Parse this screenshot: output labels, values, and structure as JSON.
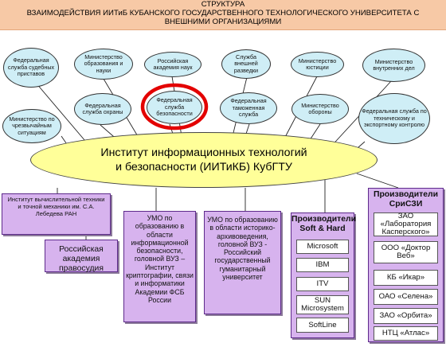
{
  "banner": {
    "line1": "СТРУКТУРА",
    "line2": "ВЗАИМОДЕЙСТВИЯ ИИТиБ  КУБАНСКОГО ГОСУДАРСТВЕННОГО ТЕХНОЛОГИЧЕСКОГО УНИВЕРСИТЕТА С",
    "line3": "ВНЕШНИМИ ОРГАНИЗАЦИЯМИ"
  },
  "center": {
    "line1": "Институт информационных технологий",
    "line2": "и безопасности (ИИТиКБ) КубГТУ"
  },
  "agencies": {
    "court_bailiffs": "Федеральная служба судебных приставов",
    "min_education": "Министерство образования и науки",
    "russian_academy": "Российская академия наук",
    "foreign_intel": "Служба внешней разведки",
    "min_justice": "Министерство юстиции",
    "min_interior": "Министерство внутренних дел",
    "emergencies": "Министерство по чрезвычайным ситуациям",
    "guard_service": "Федеральная служба охраны",
    "fsb": "Федеральная служба безопасности",
    "customs": "Федеральная таможенная служба",
    "min_defense": "Министерство обороны",
    "fstek": "Федеральная служба по техническому и экспортному контролю"
  },
  "partners": {
    "lebedev_institute": "Институт вычислительной техники и точной механики им. С.А. Лебедева РАН",
    "justice_academy": "Российская академия правосудия",
    "umo_crypto": "УМО по образованию в области информационной безопасности, головной ВУЗ – Институт криптографии, связи и информатики Академии ФСБ России",
    "umo_archives": "УМО по образованию в области историко-архивоведения, головной ВУЗ - Российский государственный гуманитарный университет"
  },
  "producers_soft_hard": {
    "heading": "Производители Soft & Hard",
    "items": [
      "Microsoft",
      "IBM",
      "ITV",
      "SUN Microsystem",
      "SoftLine"
    ]
  },
  "producers_szi": {
    "heading": "Производители СриСЗИ",
    "items": [
      "ЗАО «Лаборатория Касперского»",
      "ООО «Доктор Веб»",
      "КБ «Икар»",
      "ОАО «Селена»",
      "ЗАО «Орбита»",
      "НТЦ «Атлас»"
    ]
  },
  "colors": {
    "banner": "#f7c9a6",
    "agency_oval": "#cfeef6",
    "center_oval": "#ffff99",
    "partner_box": "#d7b3ee",
    "highlight_ring": "#e30000"
  }
}
